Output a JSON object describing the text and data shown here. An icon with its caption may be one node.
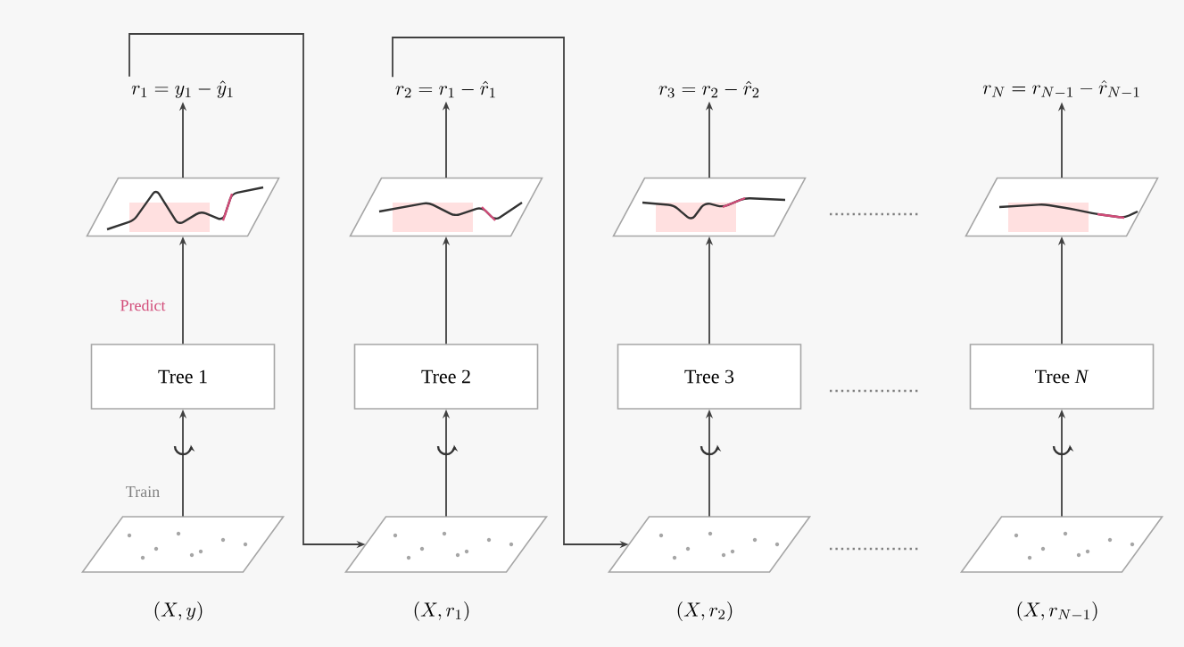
{
  "diagram": {
    "nodes": [
      {
        "text": [
          "r_1 = y_1 - \\hat{y}_1"
        ]
      },
      {
        "text": [],
        "shape": "picture"
      },
      {
        "text": [
          "Tree 1"
        ]
      },
      {
        "text": [],
        "shape": "picture",
        "beside": [
          "(X, y)"
        ]
      },
      {
        "text": [
          "r_2 = r_1 - \\hat{r}_1"
        ]
      },
      {
        "text": [],
        "shape": "picture"
      },
      {
        "text": [
          "Tree 2"
        ]
      },
      {
        "text": [],
        "shape": "picture",
        "beside": [
          "(X, r_1)"
        ]
      },
      {
        "text": [
          "r_3 = r_2 - \\hat{r}_2"
        ]
      },
      {
        "text": [],
        "shape": "picture"
      },
      {
        "text": [
          "Tree 3"
        ]
      },
      {
        "text": [],
        "shape": "picture",
        "beside": [
          "(X, r_2)"
        ]
      },
      {
        "text": [
          "r_N = r_{N-1} - \\hat{r}_{N-1}"
        ]
      },
      {
        "text": [],
        "shape": "picture"
      },
      {
        "text": [
          "Tree *N*"
        ]
      },
      {
        "text": [],
        "shape": "picture",
        "beside": [
          "(X, r_{N-1})"
        ]
      }
    ],
    "edges": [
      {
        "from": 3,
        "to": 2,
        "arrow": "to",
        "label": "Train"
      },
      {
        "from": 2,
        "to": 1,
        "arrow": "to",
        "label": "Predict"
      },
      {
        "from": 1,
        "to": 0,
        "arrow": "to"
      },
      {
        "from": 7,
        "to": 6,
        "arrow": "to"
      },
      {
        "from": 6,
        "to": 5,
        "arrow": "to"
      },
      {
        "from": 5,
        "to": 4,
        "arrow": "to"
      },
      {
        "from": 11,
        "to": 10,
        "arrow": "to"
      },
      {
        "from": 10,
        "to": 9,
        "arrow": "to"
      },
      {
        "from": 9,
        "to": 8,
        "arrow": "to"
      },
      {
        "from": 15,
        "to": 14,
        "arrow": "to"
      },
      {
        "from": 14,
        "to": 13,
        "arrow": "to"
      },
      {
        "from": 13,
        "to": 12,
        "arrow": "to"
      },
      {
        "from": 0,
        "to": 7,
        "arrow": "to"
      },
      {
        "from": 4,
        "to": 11,
        "arrow": "to"
      }
    ]
  }
}
